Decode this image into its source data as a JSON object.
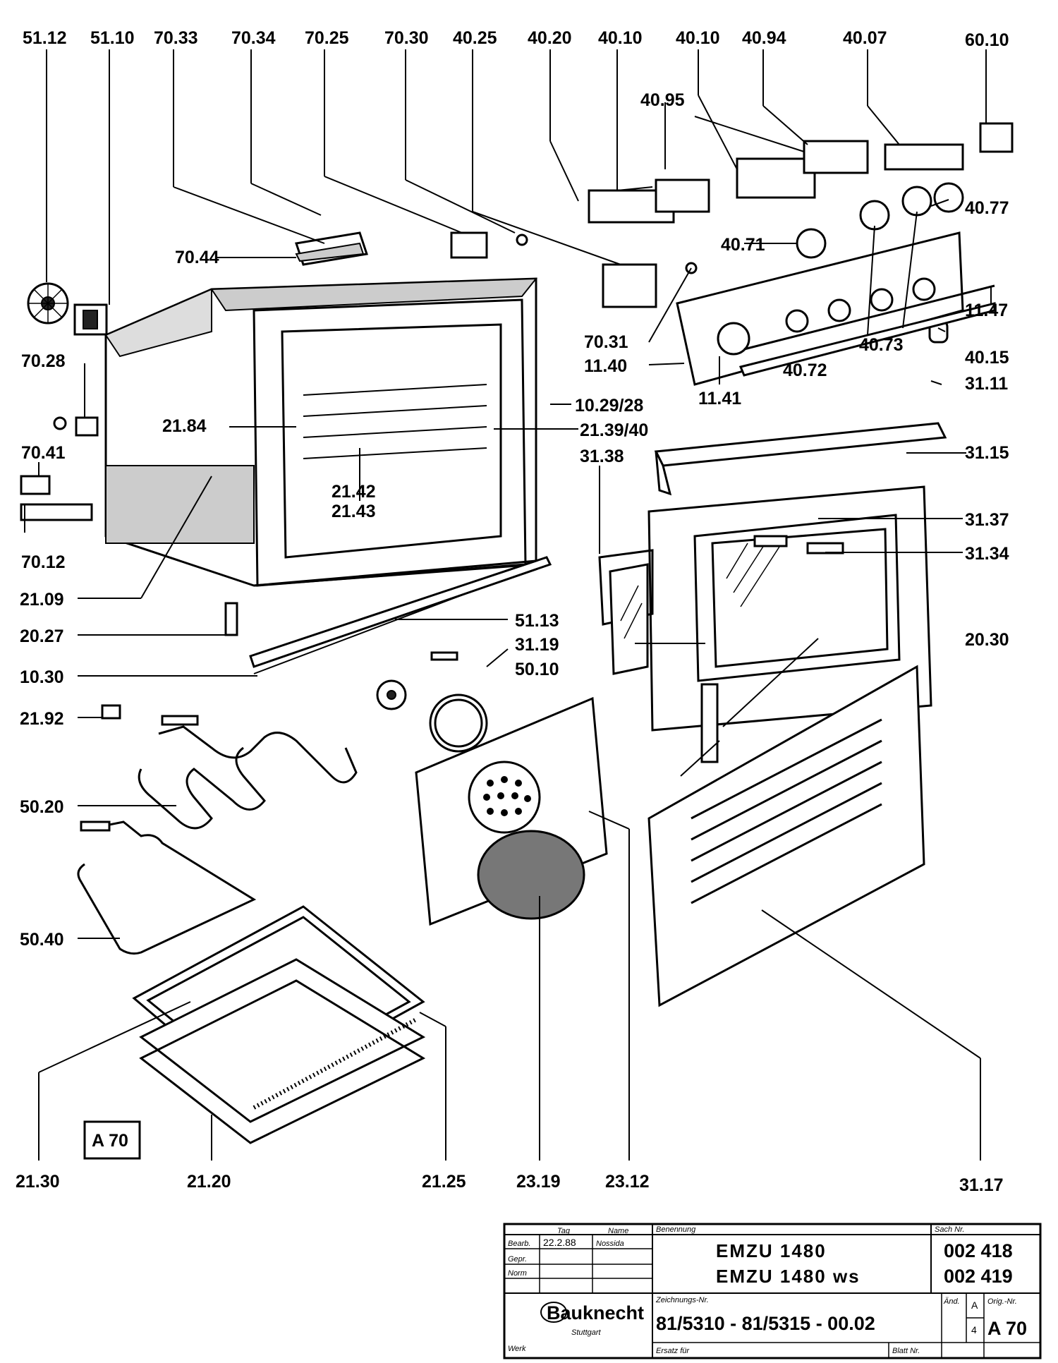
{
  "labels": {
    "l_51_12": "51.12",
    "l_51_10": "51.10",
    "l_70_33": "70.33",
    "l_70_34": "70.34",
    "l_70_25": "70.25",
    "l_70_30": "70.30",
    "l_40_25": "40.25",
    "l_40_20": "40.20",
    "l_40_10a": "40.10",
    "l_40_10b": "40.10",
    "l_40_94": "40.94",
    "l_40_07": "40.07",
    "l_60_10": "60.10",
    "l_40_95": "40.95",
    "l_40_77": "40.77",
    "l_40_71": "40.71",
    "l_70_44": "70.44",
    "l_11_47": "11.47",
    "l_70_31": "70.31",
    "l_11_40": "11.40",
    "l_40_73": "40.73",
    "l_40_15": "40.15",
    "l_40_72": "40.72",
    "l_11_41": "11.41",
    "l_31_11": "31.11",
    "l_70_28": "70.28",
    "l_10_29_28": "10.29/28",
    "l_21_84": "21.84",
    "l_21_39_40": "21.39/40",
    "l_31_15": "31.15",
    "l_31_38": "31.38",
    "l_70_41": "70.41",
    "l_21_42": "21.42",
    "l_21_43": "21.43",
    "l_31_37": "31.37",
    "l_31_34": "31.34",
    "l_70_12": "70.12",
    "l_21_09": "21.09",
    "l_51_13": "51.13",
    "l_20_27": "20.27",
    "l_31_19": "31.19",
    "l_20_30": "20.30",
    "l_50_10": "50.10",
    "l_10_30": "10.30",
    "l_21_92": "21.92",
    "l_50_20": "50.20",
    "l_50_40": "50.40",
    "l_21_30": "21.30",
    "l_21_20": "21.20",
    "l_21_25": "21.25",
    "l_23_19": "23.19",
    "l_23_12": "23.12",
    "l_31_17": "31.17"
  },
  "sheet_box": "A 70",
  "title_block": {
    "col_tag": "Tag",
    "col_name": "Name",
    "row_bearb": "Bearb.",
    "row_gepr": "Gepr.",
    "row_norm": "Norm",
    "date": "22.2.88",
    "name": "Nossida",
    "benennung_label": "Benennung",
    "model_1": "EMZU  1480",
    "model_2": "EMZU  1480 ws",
    "sach_label": "Sach Nr.",
    "sach_1": "002 418",
    "sach_2": "002 419",
    "zeichnung_label": "Zeichnungs-Nr.",
    "zeichnung": "81/5310  - 81/5315 - 00.02",
    "aend_label": "Änd.",
    "aend_1": "A",
    "aend_2": "4",
    "orig_label": "Orig.-Nr.",
    "orig": "A 70",
    "company": "Bauknecht",
    "city": "Stuttgart",
    "werk_label": "Werk",
    "ersatz_label": "Ersatz für",
    "blatt_label": "Blatt Nr."
  }
}
